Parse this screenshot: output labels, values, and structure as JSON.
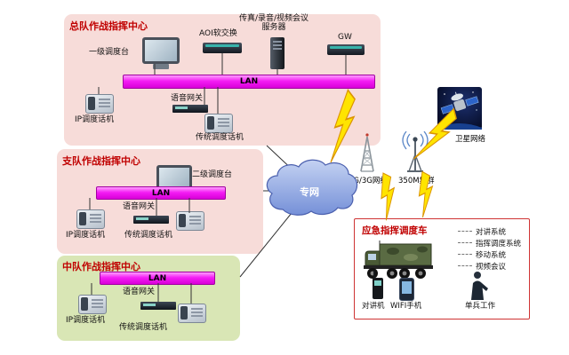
{
  "zones": {
    "hq": {
      "title": "总队作战指挥中心",
      "console_label": "一级调度台",
      "softswitch_label": "AOI软交换",
      "server_label": "传真/录音/视频会议\n服务器",
      "gw_label": "GW",
      "lan_label": "LAN",
      "voice_gateway_label": "语音网关",
      "ip_phone_label": "IP调度话机",
      "legacy_phone_label": "传统调度话机"
    },
    "detachment": {
      "title": "支队作战指挥中心",
      "console_label": "二级调度台",
      "lan_label": "LAN",
      "voice_gateway_label": "语音网关",
      "ip_phone_label": "IP调度话机",
      "legacy_phone_label": "传统调度话机"
    },
    "squadron": {
      "title": "中队作战指挥中心",
      "lan_label": "LAN",
      "voice_gateway_label": "语音网关",
      "ip_phone_label": "IP调度话机",
      "legacy_phone_label": "传统调度话机"
    }
  },
  "network": {
    "cloud_label": "专网",
    "cellular_label": "2G/3G网络",
    "trunking_label": "350M集群",
    "satellite_label": "卫星网络"
  },
  "vehicle": {
    "title": "应急指挥调度车",
    "systems": [
      "对讲系统",
      "指挥调度系统",
      "移动系统",
      "视频会议"
    ],
    "walkie_label": "对讲机",
    "wifi_phone_label": "WIFI手机",
    "soldier_label": "单兵工作"
  },
  "colors": {
    "zone_pink": "#f7dcd9",
    "zone_green": "#d9e6b5",
    "lan_magenta": "#ee00ee",
    "title_red": "#cc0000",
    "cloud_blue": "#7590d8",
    "bolt_yellow": "#ffe400",
    "vehicle_border_red": "#cf3333"
  }
}
